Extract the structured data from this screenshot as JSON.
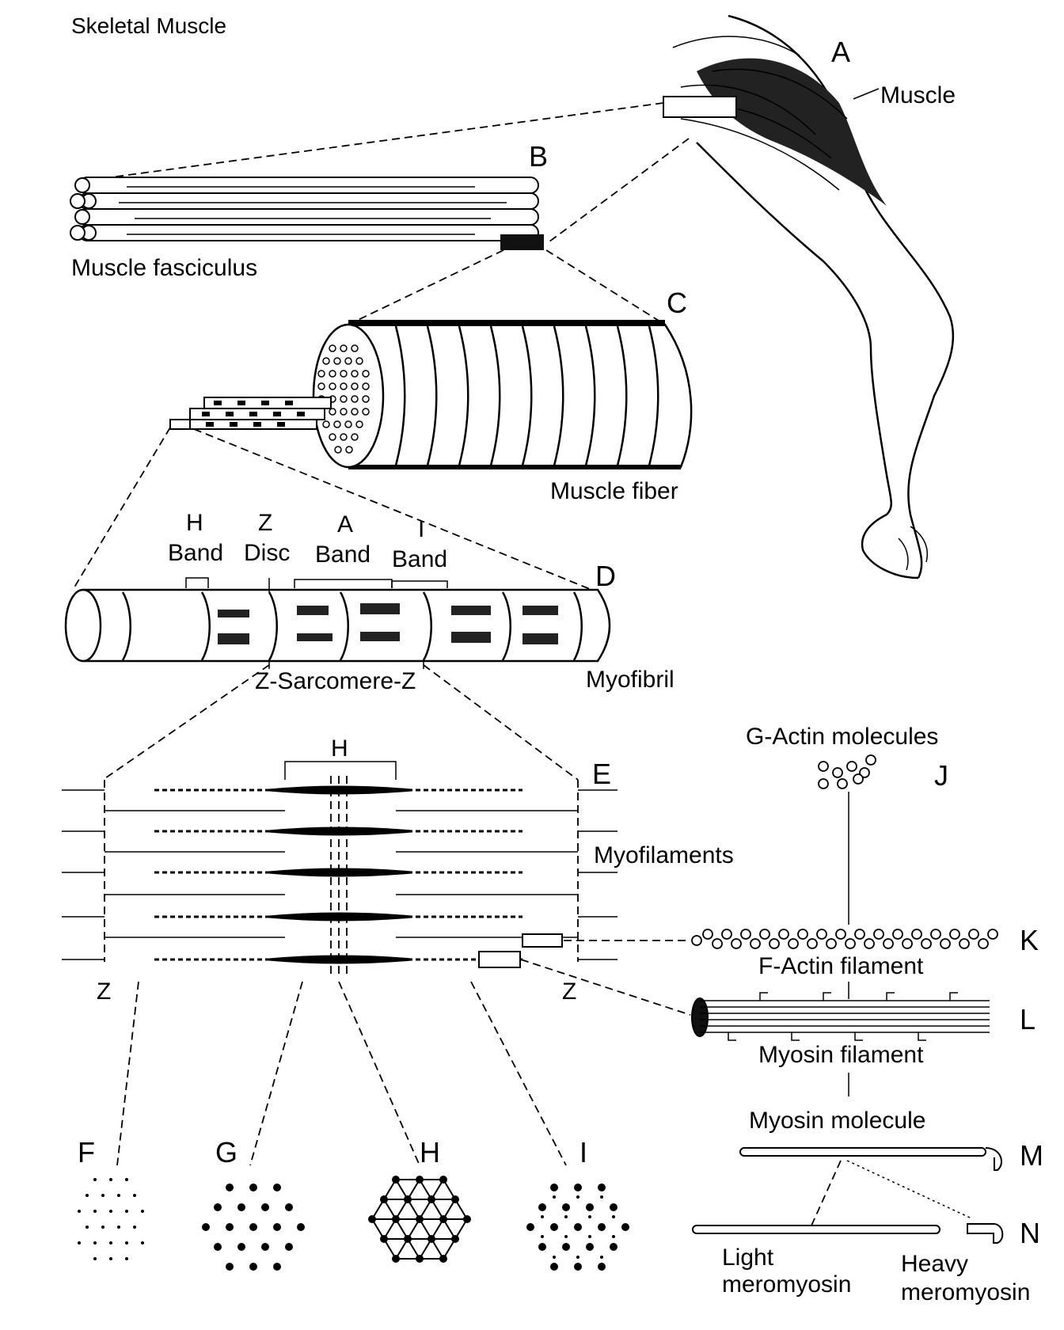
{
  "title": "Skeletal Muscle",
  "labels": {
    "A": "A",
    "B": "B",
    "C": "C",
    "D": "D",
    "E": "E",
    "F": "F",
    "G": "G",
    "H": "H",
    "I": "I",
    "J": "J",
    "K": "K",
    "L": "L",
    "M": "M",
    "N": "N"
  },
  "text": {
    "muscle": "Muscle",
    "muscle_fasciculus": "Muscle fasciculus",
    "muscle_fiber": "Muscle fiber",
    "h_band_1": "H",
    "h_band_2": "Band",
    "z_disc_1": "Z",
    "z_disc_2": "Disc",
    "a_band_1": "A",
    "a_band_2": "Band",
    "i_band_1": "I",
    "i_band_2": "Band",
    "sarcomere": "Z-Sarcomere-Z",
    "myofibril": "Myofibril",
    "h_zone": "H",
    "myofilaments": "Myofilaments",
    "z_left": "Z",
    "z_right": "Z",
    "g_actin": "G-Actin molecules",
    "f_actin": "F-Actin filament",
    "myosin_filament": "Myosin filament",
    "myosin_molecule": "Myosin molecule",
    "light_1": "Light",
    "light_2": "meromyosin",
    "heavy_1": "Heavy",
    "heavy_2": "meromyosin"
  }
}
